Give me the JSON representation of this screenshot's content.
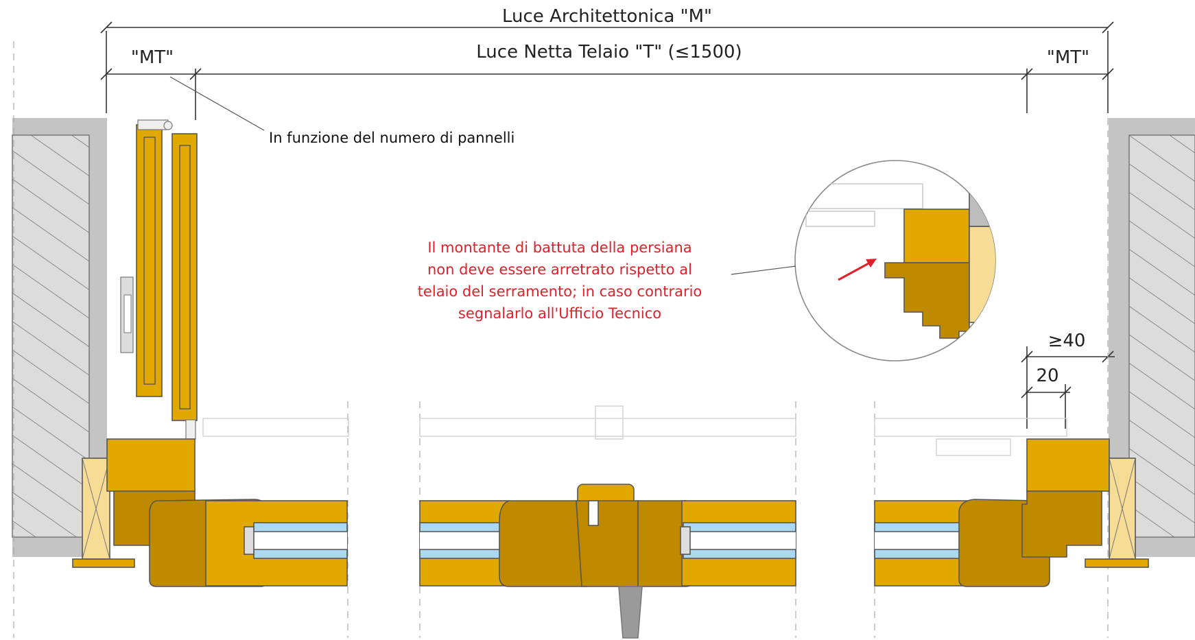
{
  "dimensions": {
    "overall_label": "Luce Architettonica \"M\"",
    "clear_label": "Luce Netta Telaio \"T\" (≤1500)",
    "mt_left_label": "\"MT\"",
    "mt_right_label": "\"MT\"",
    "min_40_label": "≥40",
    "dim_20_label": "20"
  },
  "annotations": {
    "panels_note": "In funzione del numero di pannelli",
    "warning_lines": [
      "Il montante di battuta della persiana",
      "non deve essere arretrato rispetto al",
      "telaio del serramento; in caso contrario",
      "segnalarlo all'Ufficio Tecnico"
    ]
  },
  "colors": {
    "wood": "#e0a800",
    "wood_dark": "#c08a00",
    "wood_light": "#f6dc95",
    "wall_hatch": "#9a9a9a",
    "plaster": "#c4c4c4",
    "glass": "#a9d8f0",
    "warning_text": "#e0202a",
    "outline": "#555555"
  }
}
